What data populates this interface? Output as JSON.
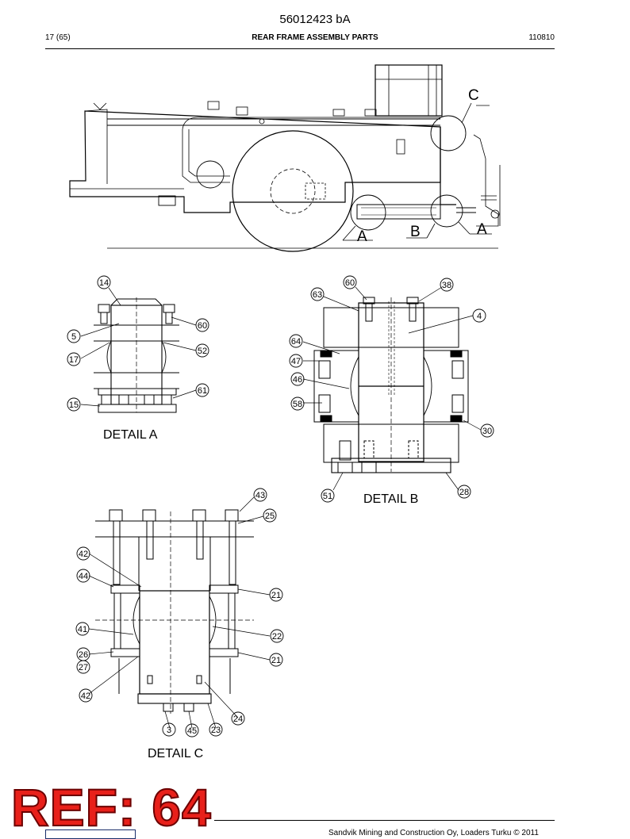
{
  "header": {
    "document_id": "56012423 bA",
    "page": "17 (65)",
    "title": "REAR FRAME ASSEMBLY PARTS",
    "code": "110810"
  },
  "view_labels": [
    "C",
    "A",
    "B",
    "A"
  ],
  "details": {
    "a": {
      "title": "DETAIL A",
      "callouts": [
        "14",
        "60",
        "5",
        "52",
        "17",
        "61",
        "15"
      ]
    },
    "b": {
      "title": "DETAIL B",
      "callouts": [
        "60",
        "38",
        "63",
        "4",
        "64",
        "47",
        "46",
        "58",
        "30",
        "51",
        "28"
      ]
    },
    "c": {
      "title": "DETAIL C",
      "callouts": [
        "43",
        "25",
        "42",
        "44",
        "21",
        "41",
        "22",
        "26",
        "27",
        "21",
        "42",
        "24",
        "3",
        "45",
        "23"
      ]
    }
  },
  "stamp": "REF: 64",
  "footer": {
    "copyright": "Sandvik Mining and Construction Oy, Loaders Turku © 2011"
  },
  "colors": {
    "stamp_fill": "#e8201a",
    "stamp_outline": "#6b0000",
    "line": "#000000"
  }
}
